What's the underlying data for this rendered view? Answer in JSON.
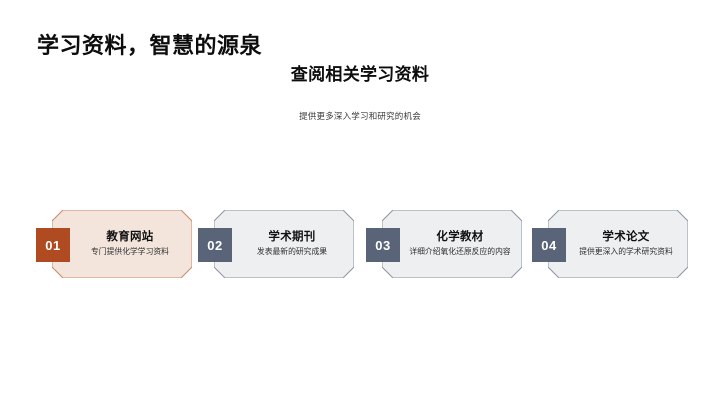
{
  "header": {
    "title": "学习资料，智慧的源泉",
    "subtitle": "查阅相关学习资料",
    "caption": "提供更多深入学习和研究的机会"
  },
  "theme": {
    "background": "#ffffff",
    "accent_orange": "#B04A20",
    "accent_orange_fill": "#F3E5DC",
    "accent_orange_border": "#C98A68",
    "accent_slate": "#5A6478",
    "accent_slate_fill": "#EDEFF1",
    "accent_slate_border": "#8C94A3",
    "title_color": "#0d0d0d"
  },
  "cards": [
    {
      "number": "01",
      "heading": "教育网站",
      "description": "专门提供化学学习资料",
      "badge_color": "#B04A20",
      "fill_color": "#F3E5DC",
      "border_color": "#C98A68"
    },
    {
      "number": "02",
      "heading": "学术期刊",
      "description": "发表最新的研究成果",
      "badge_color": "#5A6478",
      "fill_color": "#EDEFF1",
      "border_color": "#8C94A3"
    },
    {
      "number": "03",
      "heading": "化学教材",
      "description": "详细介绍氧化还原反应的内容",
      "badge_color": "#5A6478",
      "fill_color": "#EDEFF1",
      "border_color": "#8C94A3"
    },
    {
      "number": "04",
      "heading": "学术论文",
      "description": "提供更深入的学术研究资料",
      "badge_color": "#5A6478",
      "fill_color": "#EDEFF1",
      "border_color": "#8C94A3"
    }
  ]
}
